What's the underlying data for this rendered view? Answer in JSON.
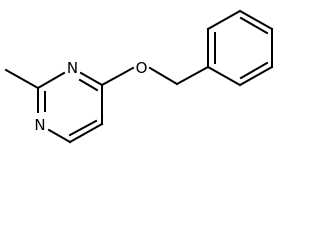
{
  "molecule": {
    "atoms": {
      "n1": "N",
      "n2": "N",
      "o": "O"
    }
  },
  "colors": {
    "ink": "#000000",
    "background": "#ffffff"
  }
}
